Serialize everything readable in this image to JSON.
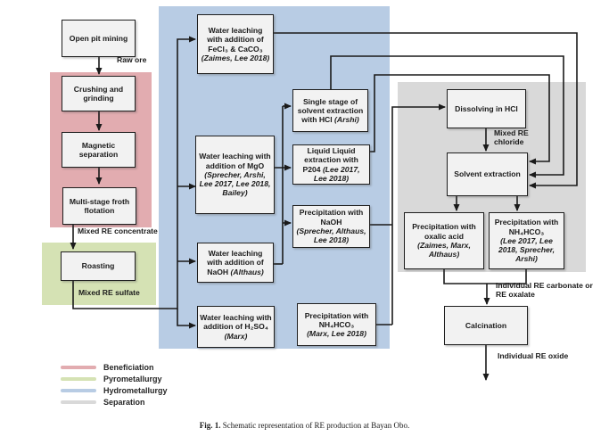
{
  "figure": {
    "caption_prefix": "Fig. 1.",
    "caption_text": " Schematic representation of RE production at Bayan Obo."
  },
  "colors": {
    "beneficiation": "#E2ACB0",
    "pyrometallurgy": "#D5E2B4",
    "hydrometallurgy": "#B8CCE4",
    "separation": "#D9D9D9",
    "box_fill": "#F2F2F2",
    "line": "#1A1A1A"
  },
  "nodes": {
    "open_pit": {
      "text": "Open pit mining"
    },
    "crushing": {
      "text": "Crushing and grinding"
    },
    "magnetic": {
      "text": "Magnetic separation"
    },
    "froth": {
      "text": "Multi-stage froth flotation"
    },
    "roasting": {
      "text": "Roasting"
    },
    "wl_fecl3": {
      "text": "Water leaching with addition of FeCl₃ & CaCO₃",
      "cite": "(Zaimes, Lee 2018)"
    },
    "single_stage": {
      "text": "Single stage of solvent extraction with HCl",
      "cite": "(Arshi)"
    },
    "liquid_liquid": {
      "text": "Liquid Liquid extraction with P204",
      "cite": "(Lee 2017, Lee 2018)"
    },
    "wl_mgo": {
      "text": "Water leaching with addition of MgO",
      "cite": "(Sprecher, Arshi, Lee 2017, Lee 2018, Bailey)"
    },
    "precip_naoh": {
      "text": "Precipitation with NaOH",
      "cite": "(Sprecher, Althaus, Lee 2018)"
    },
    "wl_naoh": {
      "text": "Water leaching with addition of NaOH",
      "cite": "(Althaus)"
    },
    "wl_h2so4": {
      "text": "Water leaching with addition of H₂SO₄",
      "cite": "(Marx)"
    },
    "precip_nh4_marx": {
      "text": "Precipitation with NH₄HCO₃",
      "cite": "(Marx, Lee 2018)"
    },
    "dissolving": {
      "text": "Dissolving in HCl"
    },
    "solvent_ext": {
      "text": "Solvent extraction"
    },
    "precip_oxalic": {
      "text": "Precipitation with oxalic acid",
      "cite": "(Zaimes, Marx, Althaus)"
    },
    "precip_nh4": {
      "text": "Precipitation with NH₄HCO₃",
      "cite": "(Lee 2017, Lee 2018, Sprecher, Arshi)"
    },
    "calcination": {
      "text": "Calcination"
    }
  },
  "edge_labels": {
    "raw_ore": "Raw ore",
    "mixed_re_concentrate": "Mixed RE concentrate",
    "mixed_re_sulfate": "Mixed RE sulfate",
    "mixed_re_chloride": "Mixed RE chloride",
    "individual_carbonate": "Individual RE carbonate or RE oxalate",
    "individual_oxide": "Individual RE oxide"
  },
  "legend": {
    "items": [
      {
        "label": "Beneficiation",
        "color": "#E2ACB0"
      },
      {
        "label": "Pyrometallurgy",
        "color": "#D5E2B4"
      },
      {
        "label": "Hydrometallurgy",
        "color": "#B8CCE4"
      },
      {
        "label": "Separation",
        "color": "#D9D9D9"
      }
    ]
  }
}
